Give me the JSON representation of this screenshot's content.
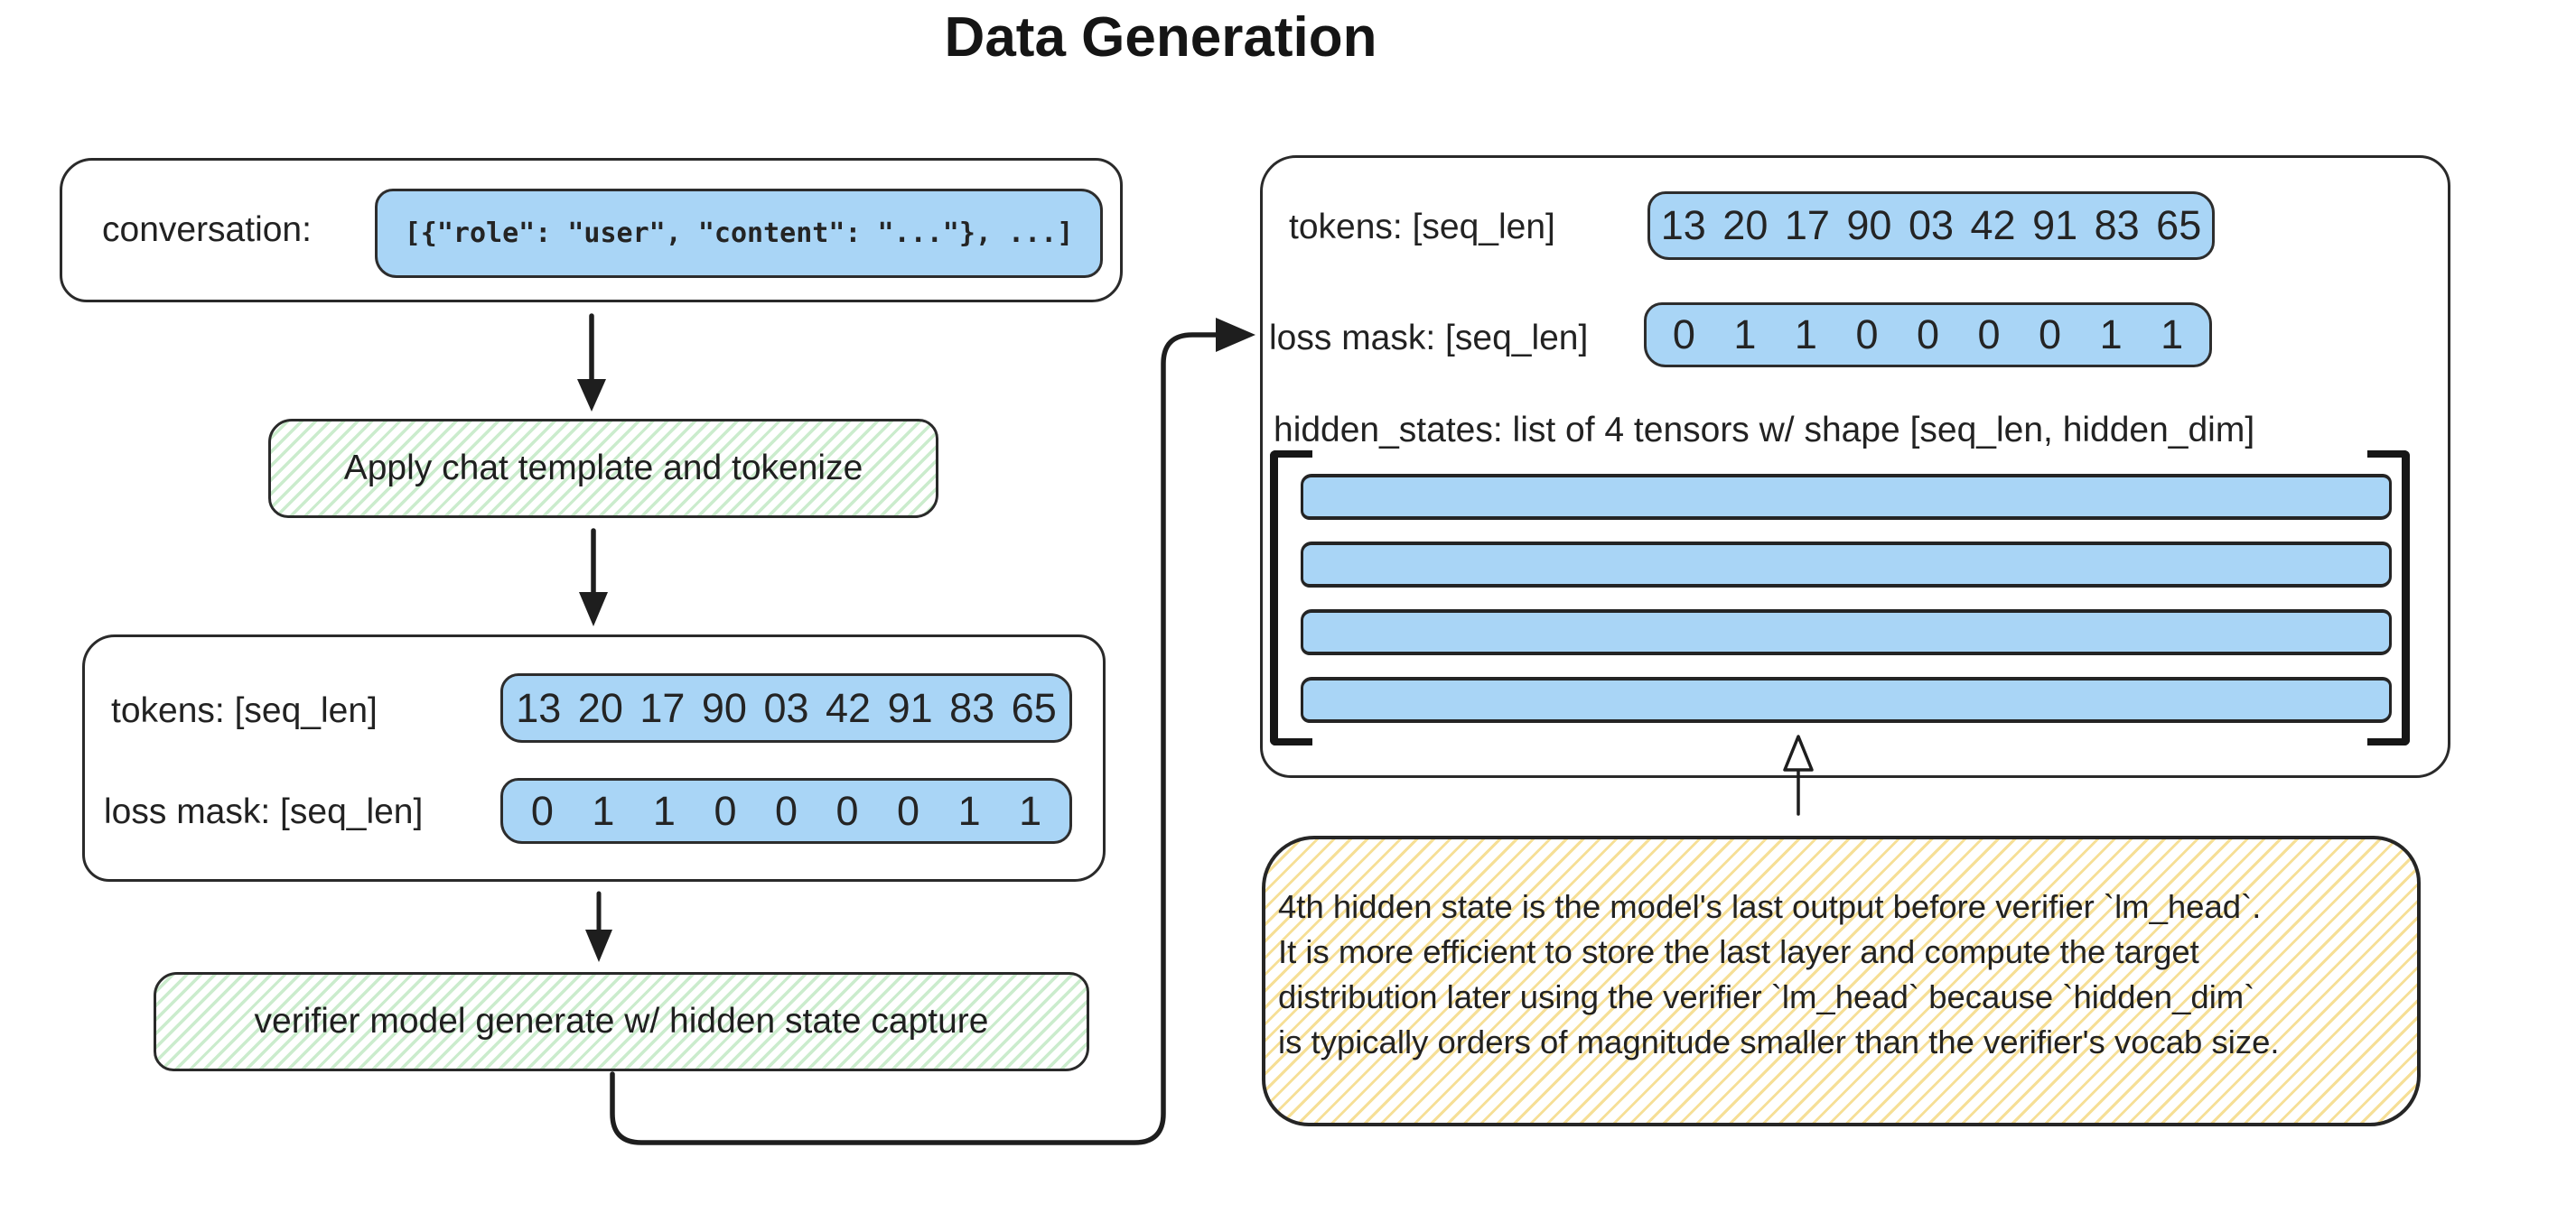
{
  "title": "Data Generation",
  "left": {
    "conversation_label": "conversation:",
    "conversation_value": "[{\"role\": \"user\", \"content\": \"...\"}, ...]",
    "step1_label": "Apply chat template and tokenize",
    "tokens_label": "tokens: [seq_len]",
    "tokens_values": "13 20 17 90 03 42 91 83 65",
    "loss_mask_label": "loss mask: [seq_len]",
    "loss_mask_values": "0 1 1 0 0 0 0 1 1",
    "step2_label": "verifier model generate w/ hidden state capture"
  },
  "right": {
    "tokens_label": "tokens: [seq_len]",
    "tokens_values": "13 20 17 90 03 42 91 83 65",
    "loss_mask_label": "loss mask: [seq_len]",
    "loss_mask_values": "0 1 1 0 0 0 0 1 1",
    "hidden_states_label": "hidden_states: list of 4 tensors w/ shape [seq_len, hidden_dim]",
    "tensor_count": 4,
    "note_lines": [
      "4th hidden state is the model's last output before verifier `lm_head`.",
      "It is more efficient to store the last layer and compute the target",
      "distribution later using the verifier `lm_head` because `hidden_dim`",
      "is typically orders of magnitude smaller than the verifier's vocab size."
    ]
  },
  "colors": {
    "ink": "#1e1e1e",
    "blue_fill": "#a9d5f6",
    "green_stripe": "#cbeccd",
    "yellow_stripe": "#f6df96"
  }
}
